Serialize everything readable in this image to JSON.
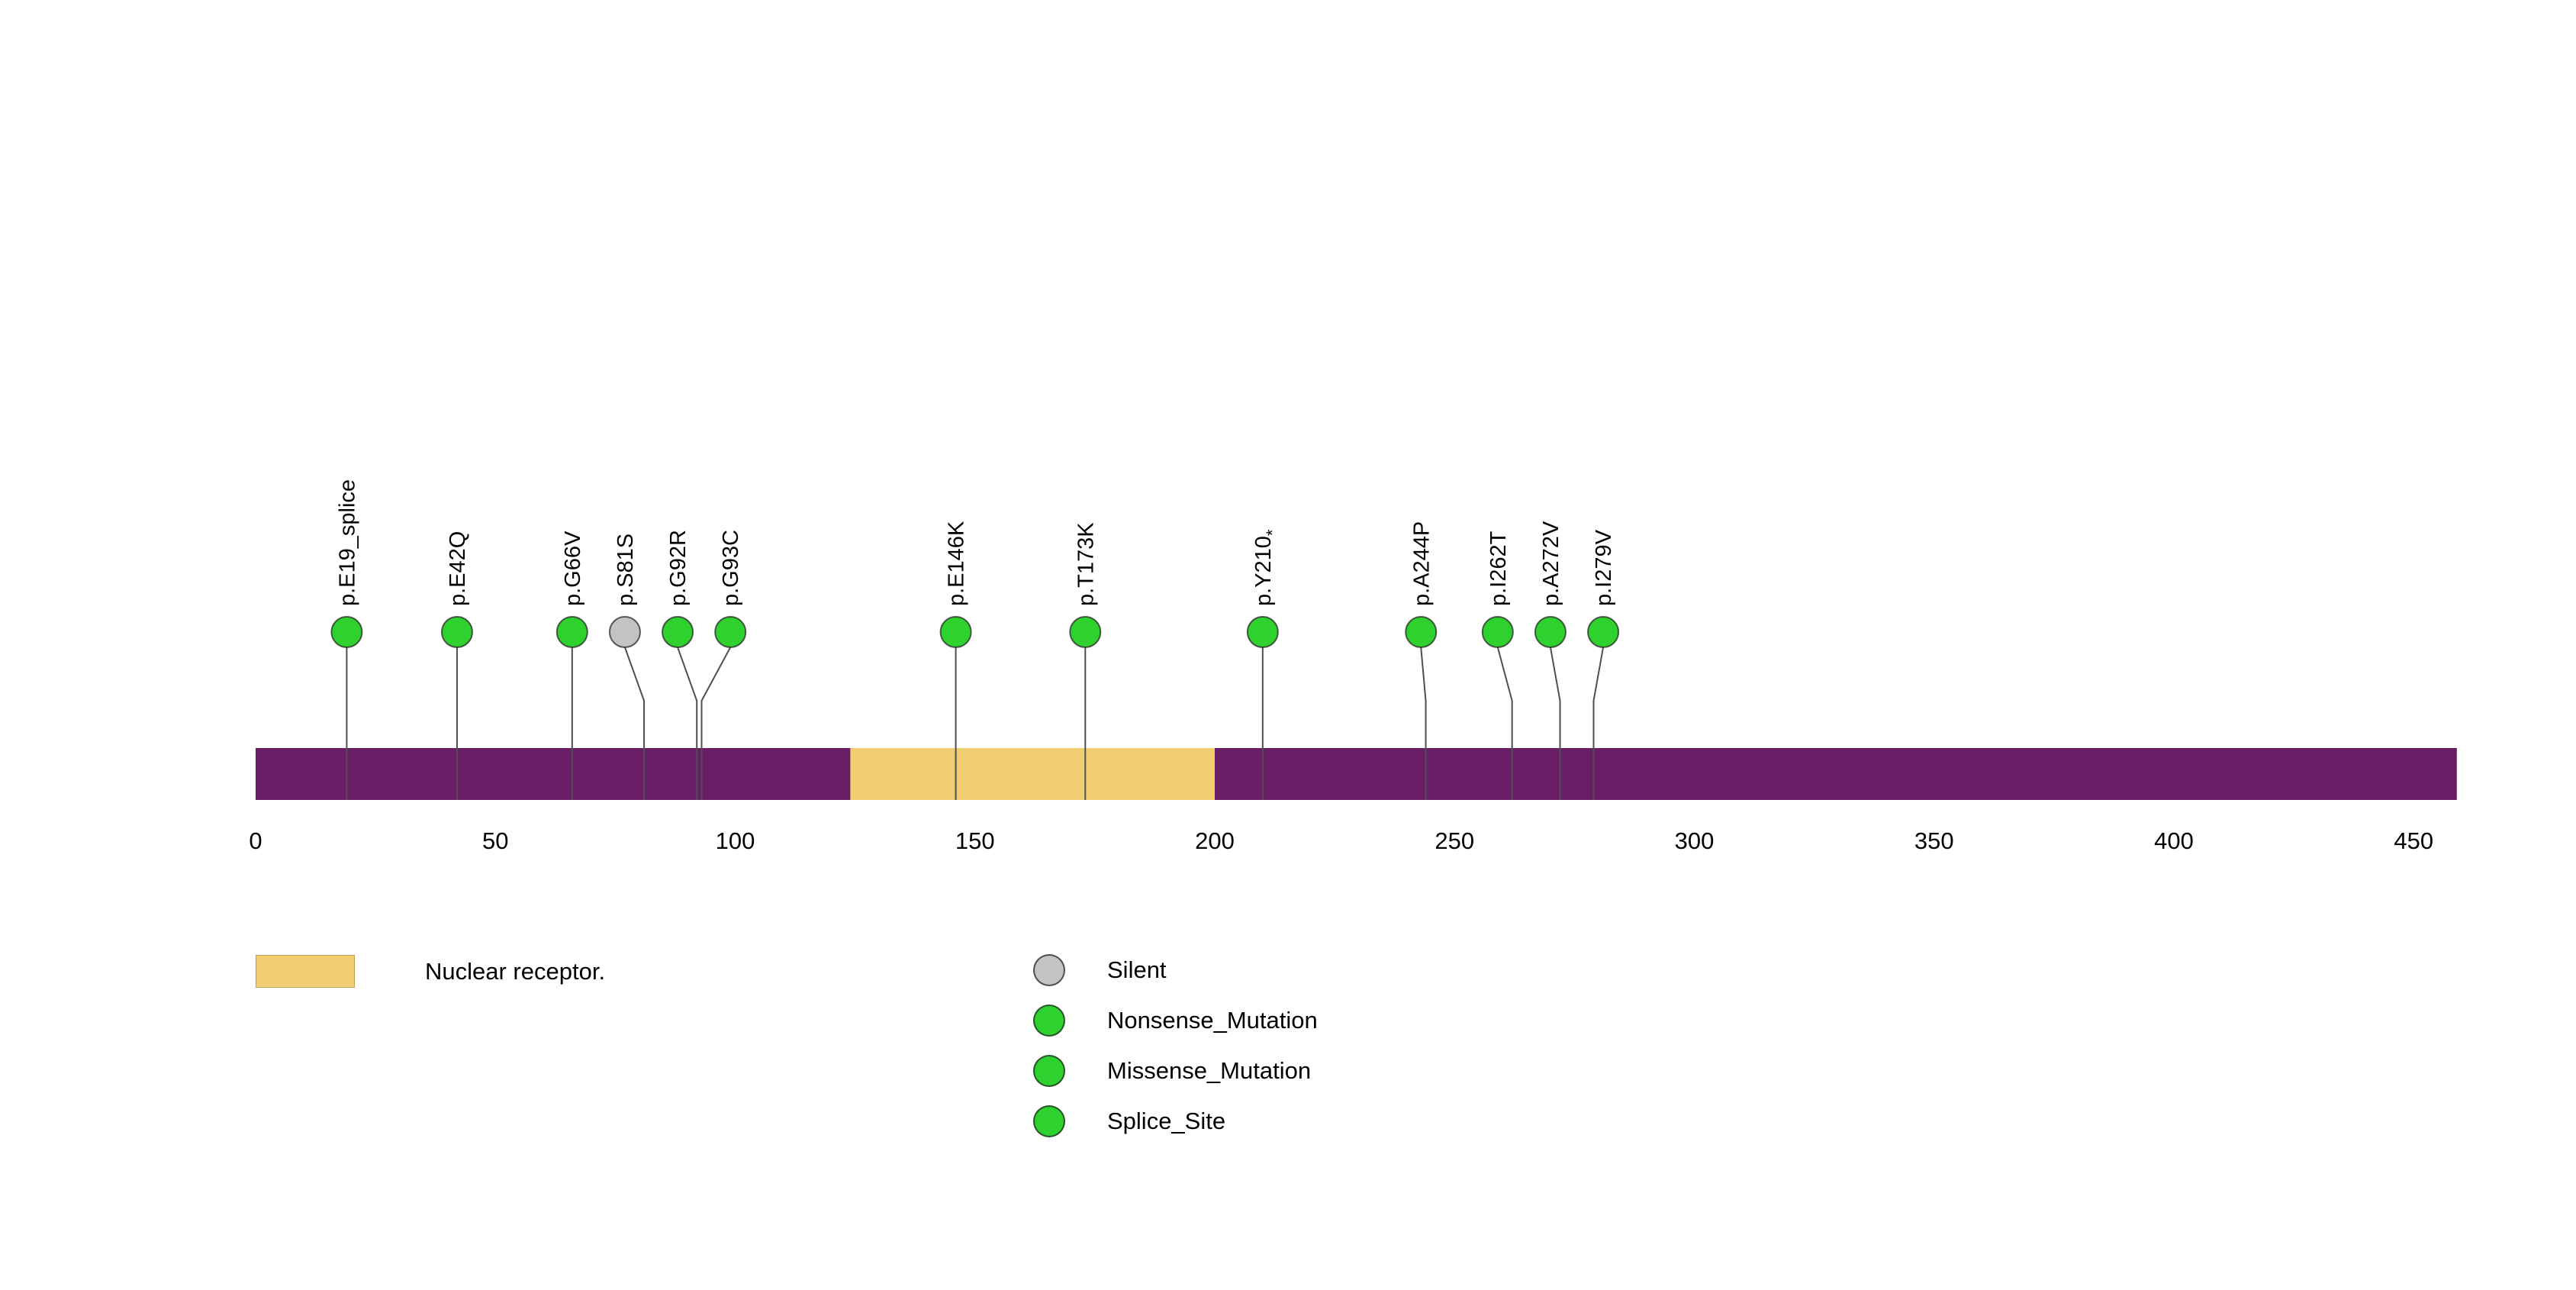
{
  "chart_data": {
    "type": "lollipop",
    "title": "",
    "protein_length": 459,
    "axis_ticks": [
      0,
      50,
      100,
      150,
      200,
      250,
      300,
      350,
      400,
      450
    ],
    "xlim": [
      0,
      459
    ],
    "colors": {
      "protein_bar": "#681D64",
      "stem": "#4F4F4F",
      "axis_text": "#000000",
      "types": {
        "Silent": "#C3C3C3",
        "Nonsense_Mutation": "#2ED12E",
        "Missense_Mutation": "#2ED12E",
        "Splice_Site": "#2ED12E"
      }
    },
    "domains": [
      {
        "name": "Nuclear receptor.",
        "start": 124,
        "end": 200,
        "color": "#F2CE72"
      }
    ],
    "mutations": [
      {
        "label": "p.E19_splice",
        "pos": 19,
        "head_pos": 19,
        "type": "Splice_Site"
      },
      {
        "label": "p.E42Q",
        "pos": 42,
        "head_pos": 42,
        "type": "Missense_Mutation"
      },
      {
        "label": "p.G66V",
        "pos": 66,
        "head_pos": 66,
        "type": "Missense_Mutation"
      },
      {
        "label": "p.S81S",
        "pos": 81,
        "head_pos": 77,
        "type": "Silent"
      },
      {
        "label": "p.G92R",
        "pos": 92,
        "head_pos": 88,
        "type": "Missense_Mutation"
      },
      {
        "label": "p.G93C",
        "pos": 93,
        "head_pos": 99,
        "type": "Missense_Mutation"
      },
      {
        "label": "p.E146K",
        "pos": 146,
        "head_pos": 146,
        "type": "Missense_Mutation"
      },
      {
        "label": "p.T173K",
        "pos": 173,
        "head_pos": 173,
        "type": "Missense_Mutation"
      },
      {
        "label": "p.Y210*",
        "pos": 210,
        "head_pos": 210,
        "type": "Nonsense_Mutation"
      },
      {
        "label": "p.A244P",
        "pos": 244,
        "head_pos": 243,
        "type": "Missense_Mutation"
      },
      {
        "label": "p.I262T",
        "pos": 262,
        "head_pos": 259,
        "type": "Missense_Mutation"
      },
      {
        "label": "p.A272V",
        "pos": 272,
        "head_pos": 270,
        "type": "Missense_Mutation"
      },
      {
        "label": "p.I279V",
        "pos": 279,
        "head_pos": 281,
        "type": "Missense_Mutation"
      }
    ],
    "legend": {
      "domain_label": "Nuclear receptor.",
      "items": [
        {
          "label": "Silent",
          "type": "Silent"
        },
        {
          "label": "Nonsense_Mutation",
          "type": "Nonsense_Mutation"
        },
        {
          "label": "Missense_Mutation",
          "type": "Missense_Mutation"
        },
        {
          "label": "Splice_Site",
          "type": "Splice_Site"
        }
      ]
    }
  }
}
